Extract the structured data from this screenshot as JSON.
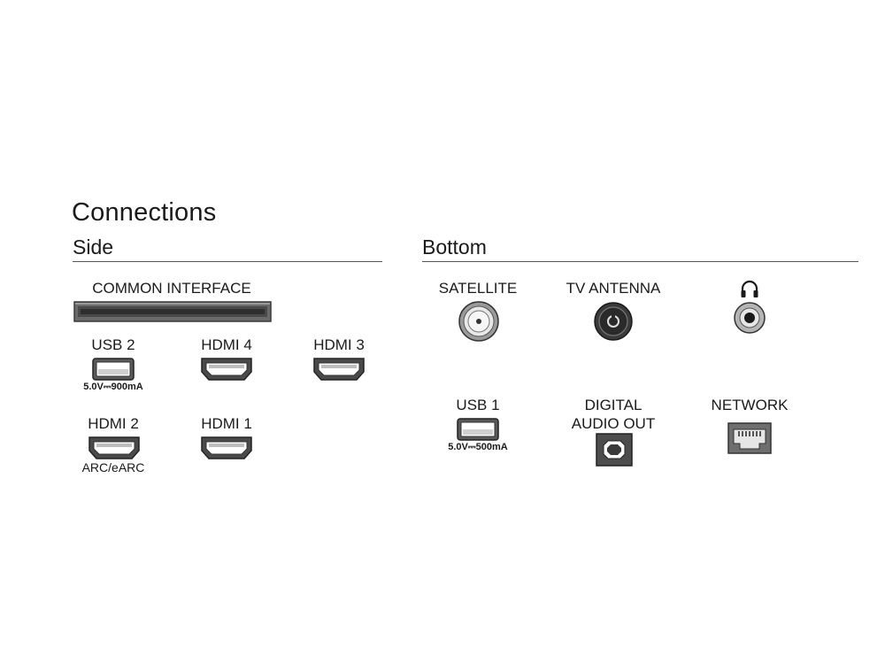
{
  "title": "Connections",
  "side": {
    "heading": "Side",
    "common_interface": "COMMON INTERFACE",
    "usb2": {
      "label": "USB 2",
      "spec": "5.0V⎓900mA"
    },
    "hdmi4": {
      "label": "HDMI 4"
    },
    "hdmi3": {
      "label": "HDMI 3"
    },
    "hdmi2": {
      "label": "HDMI 2",
      "note": "ARC/eARC"
    },
    "hdmi1": {
      "label": "HDMI 1"
    }
  },
  "bottom": {
    "heading": "Bottom",
    "satellite": {
      "label": "SATELLITE"
    },
    "tv_antenna": {
      "label": "TV ANTENNA"
    },
    "headphone": {
      "icon": "headphones-icon"
    },
    "usb1": {
      "label": "USB 1",
      "spec": "5.0V⎓500mA"
    },
    "digital_audio_out": {
      "label_line1": "DIGITAL",
      "label_line2": "AUDIO OUT"
    },
    "network": {
      "label": "NETWORK"
    }
  }
}
